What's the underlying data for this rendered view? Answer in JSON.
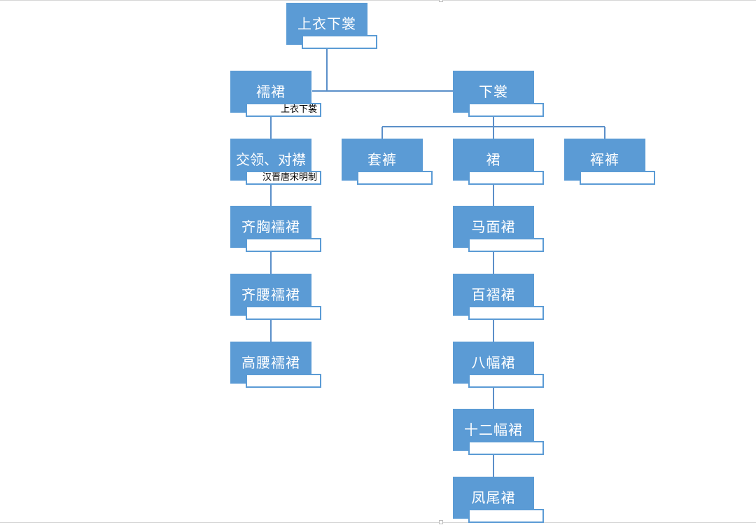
{
  "diagram": {
    "root": {
      "label": "上衣下裳",
      "note": ""
    },
    "ruqun": {
      "label": "襦裙",
      "note": "上衣下裳"
    },
    "xiachang": {
      "label": "下裳",
      "note": ""
    },
    "jiaoling": {
      "label": "交领、对襟",
      "note": "汉晋唐宋明制"
    },
    "qixiong": {
      "label": "齐胸襦裙",
      "note": ""
    },
    "qiyao": {
      "label": "齐腰襦裙",
      "note": ""
    },
    "gaoyao": {
      "label": "高腰襦裙",
      "note": ""
    },
    "taoku": {
      "label": "套裤",
      "note": ""
    },
    "qun": {
      "label": "裙",
      "note": ""
    },
    "kunku": {
      "label": "裈裤",
      "note": ""
    },
    "mamian": {
      "label": "马面裙",
      "note": ""
    },
    "baizhe": {
      "label": "百褶裙",
      "note": ""
    },
    "bafu": {
      "label": "八幅裙",
      "note": ""
    },
    "shierfu": {
      "label": "十二幅裙",
      "note": ""
    },
    "fengwei": {
      "label": "凤尾裙",
      "note": ""
    }
  },
  "colors": {
    "node_fill": "#5b9bd5",
    "connector": "#5b8fc9",
    "note_border": "#5b9bd5"
  }
}
